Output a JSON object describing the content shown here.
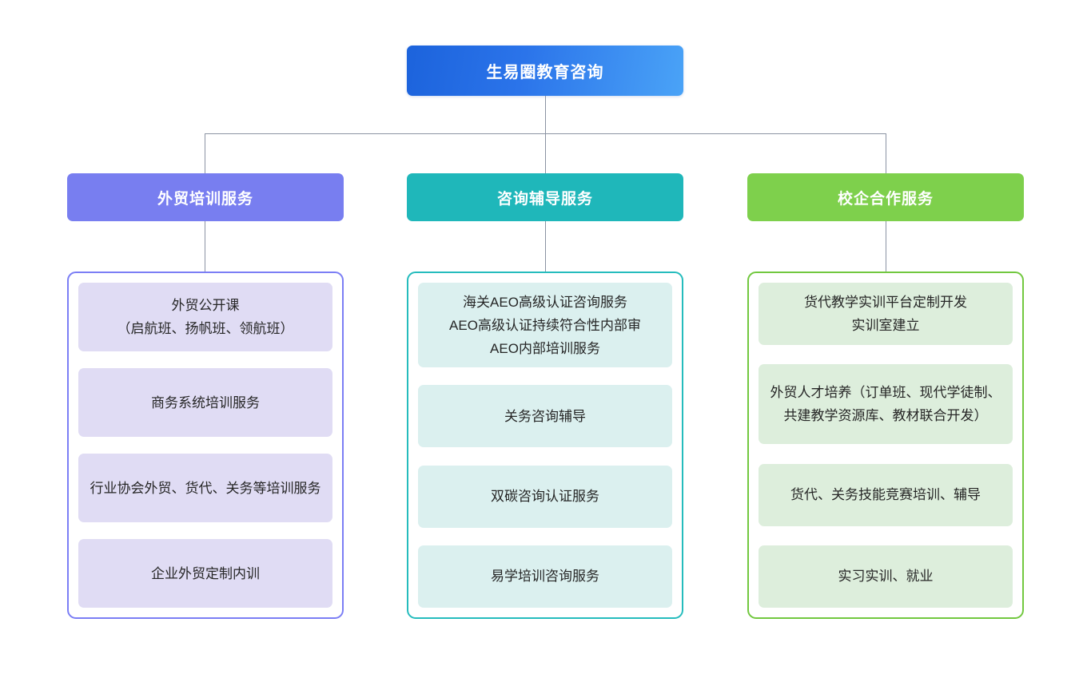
{
  "root": {
    "label": "生易圈教育咨询",
    "color": "#2b74ea"
  },
  "branches": [
    {
      "header": "外贸培训服务",
      "color": "#787ef0",
      "panel_border": "#7b7ef5",
      "item_fill": "#e0dcf4",
      "items": [
        {
          "lines": [
            "外贸公开课",
            "（启航班、扬帆班、领航班）"
          ]
        },
        {
          "lines": [
            "商务系统培训服务"
          ]
        },
        {
          "lines": [
            "行业协会外贸、货代、关务等培训服务"
          ]
        },
        {
          "lines": [
            "企业外贸定制内训"
          ]
        }
      ]
    },
    {
      "header": "咨询辅导服务",
      "color": "#1fb7ba",
      "panel_border": "#25bcbd",
      "item_fill": "#dbf0ef",
      "items": [
        {
          "lines": [
            "海关AEO高级认证咨询服务",
            "AEO高级认证持续符合性内部审",
            "AEO内部培训服务"
          ]
        },
        {
          "lines": [
            "关务咨询辅导"
          ]
        },
        {
          "lines": [
            "双碳咨询认证服务"
          ]
        },
        {
          "lines": [
            "易学培训咨询服务"
          ]
        }
      ]
    },
    {
      "header": "校企合作服务",
      "color": "#7ed04c",
      "panel_border": "#72c83f",
      "item_fill": "#ddeedc",
      "items": [
        {
          "lines": [
            "货代教学实训平台定制开发",
            "实训室建立"
          ]
        },
        {
          "lines": [
            "外贸人才培养（订单班、现代学徒制、共建教学资源库、教材联合开发）"
          ]
        },
        {
          "lines": [
            "货代、关务技能竞赛培训、辅导"
          ]
        },
        {
          "lines": [
            "实习实训、就业"
          ]
        }
      ]
    }
  ],
  "connectors": {
    "line_color": "#8b93a3"
  }
}
